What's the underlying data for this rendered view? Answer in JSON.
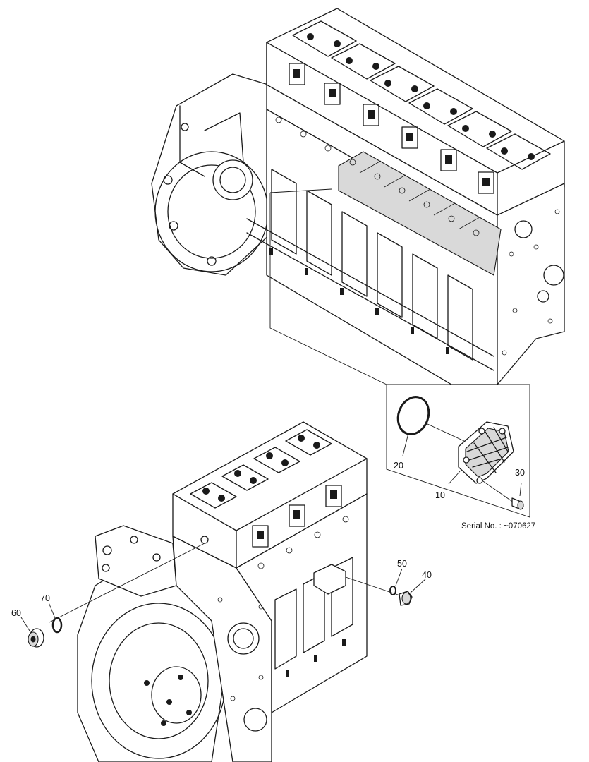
{
  "callouts": {
    "c10": "10",
    "c20": "20",
    "c30": "30",
    "c40": "40",
    "c50": "50",
    "c60": "60",
    "c70": "70"
  },
  "serial_note": "Serial No. : ~070627"
}
